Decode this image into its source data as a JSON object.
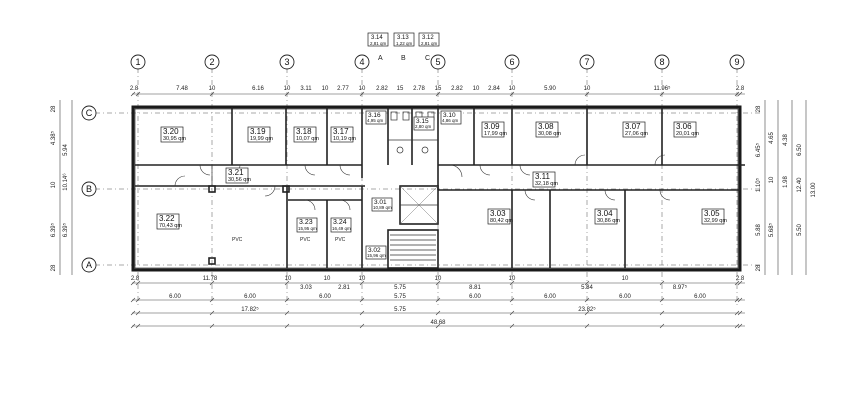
{
  "axes_columns": [
    "1",
    "2",
    "3",
    "4",
    "5",
    "6",
    "7",
    "8",
    "9"
  ],
  "axes_rows": [
    "C",
    "B",
    "A"
  ],
  "section_markers": [
    "A",
    "B",
    "C"
  ],
  "legend_rooms": [
    {
      "num": "3.14",
      "area": "2,81 qm"
    },
    {
      "num": "3.13",
      "area": "1,22 qm"
    },
    {
      "num": "3.12",
      "area": "2,81 qm"
    }
  ],
  "rooms": [
    {
      "id": "r320",
      "num": "3.20",
      "area": "30,95 qm"
    },
    {
      "id": "r319",
      "num": "3.19",
      "area": "19,99 qm"
    },
    {
      "id": "r318",
      "num": "3.18",
      "area": "10,07 qm"
    },
    {
      "id": "r317",
      "num": "3.17",
      "area": "10,19 qm"
    },
    {
      "id": "r316",
      "num": "3.16",
      "area": "4,95 qm"
    },
    {
      "id": "r315",
      "num": "3.15",
      "area": "2,80 qm"
    },
    {
      "id": "r310",
      "num": "3.10",
      "area": "4,86 qm"
    },
    {
      "id": "r309",
      "num": "3.09",
      "area": "17,99 qm"
    },
    {
      "id": "r308",
      "num": "3.08",
      "area": "30,08 qm"
    },
    {
      "id": "r307",
      "num": "3.07",
      "area": "27,06 qm"
    },
    {
      "id": "r306",
      "num": "3.06",
      "area": "20,01 qm"
    },
    {
      "id": "r321",
      "num": "3.21",
      "area": "30,56 qm"
    },
    {
      "id": "r311",
      "num": "3.11",
      "area": "32,18 qm"
    },
    {
      "id": "r301",
      "num": "3.01",
      "area": "10,89 qm"
    },
    {
      "id": "r322",
      "num": "3.22",
      "area": "70,43 qm"
    },
    {
      "id": "r323",
      "num": "3.23",
      "area": "15,95 qm"
    },
    {
      "id": "r324",
      "num": "3.24",
      "area": "16,49 qm"
    },
    {
      "id": "r302",
      "num": "3.02",
      "area": "15,96 qm"
    },
    {
      "id": "r303",
      "num": "3.03",
      "area": "80,42 qm"
    },
    {
      "id": "r304",
      "num": "3.04",
      "area": "30,86 qm"
    },
    {
      "id": "r305",
      "num": "3.05",
      "area": "32,99 qm"
    }
  ],
  "floor_labels": {
    "pvc1": "PVC",
    "pvc2": "PVC",
    "pvc3": "PVC"
  },
  "top_dims": [
    "2.8",
    "7.48",
    "10",
    "6.16",
    "10",
    "3.11",
    "10",
    "2.77",
    "10",
    "2.82",
    "15",
    "2.78",
    "15",
    "2.82",
    "10",
    "2.84",
    "10",
    "5.90",
    "10",
    "11.96⁵",
    "2.8"
  ],
  "bottom_row1": [
    "2.8",
    "11.78",
    "10",
    "3.03",
    "10",
    "2.81",
    "10",
    "5.75",
    "10",
    "8.81",
    "10",
    "5.84",
    "10",
    "8.97⁵",
    "2.8"
  ],
  "bottom_row2": [
    "6.00",
    "6.00",
    "6.00",
    "5.75",
    "6.00",
    "6.00",
    "6.00",
    "6.00"
  ],
  "bottom_row3": [
    "17.82⁵",
    "5.75",
    "23.82⁵"
  ],
  "bottom_total": "48.68",
  "left_dims": [
    "28",
    "4.38⁵",
    "5.94",
    "10",
    "10.14⁶",
    "6.39⁵",
    "6.39⁵",
    "28"
  ],
  "right_dims": [
    "28",
    "4.65",
    "6.45⁵",
    "10",
    "1.10⁵",
    "5.88",
    "5.68⁵",
    "28"
  ],
  "right_outer": [
    "6.50",
    "12.40",
    "13.00",
    "5.50",
    "4.38",
    "1.98"
  ]
}
